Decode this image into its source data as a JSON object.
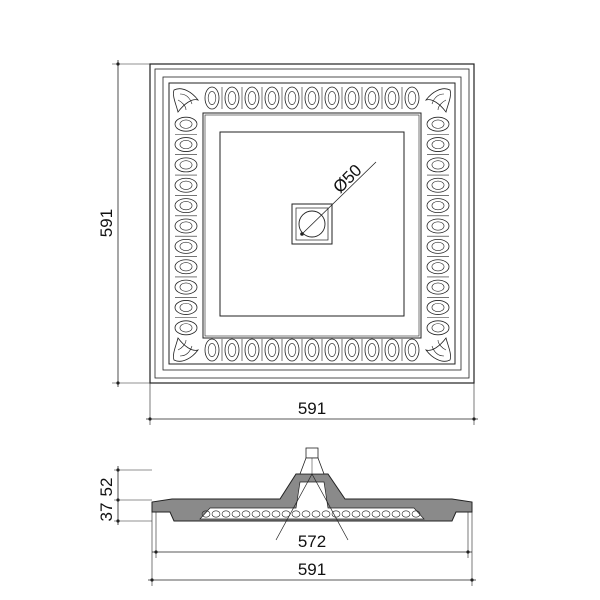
{
  "plan_view": {
    "width_label": "591",
    "height_label": "591",
    "hole_label": "Ø50"
  },
  "section_view": {
    "inner_width_label": "572",
    "outer_width_label": "591",
    "height_labels": {
      "upper": "52",
      "lower": "37"
    }
  },
  "colors": {
    "line": "#222222",
    "section_fill": "#8a8a8a",
    "background": "#ffffff"
  }
}
